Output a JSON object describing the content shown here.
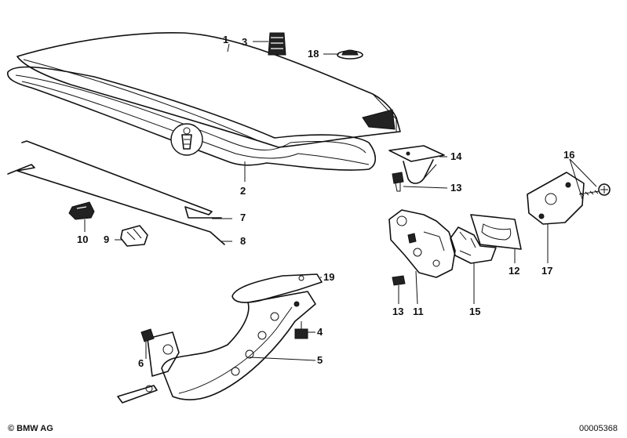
{
  "callouts": [
    {
      "id": "1",
      "text": "1"
    },
    {
      "id": "2",
      "text": "2"
    },
    {
      "id": "3",
      "text": "3"
    },
    {
      "id": "4",
      "text": "4"
    },
    {
      "id": "5",
      "text": "5"
    },
    {
      "id": "6",
      "text": "6"
    },
    {
      "id": "7",
      "text": "7"
    },
    {
      "id": "8",
      "text": "8"
    },
    {
      "id": "9",
      "text": "9"
    },
    {
      "id": "10",
      "text": "10"
    },
    {
      "id": "11",
      "text": "11"
    },
    {
      "id": "12",
      "text": "12"
    },
    {
      "id": "13a",
      "text": "13"
    },
    {
      "id": "13b",
      "text": "13"
    },
    {
      "id": "14",
      "text": "14"
    },
    {
      "id": "15",
      "text": "15"
    },
    {
      "id": "16",
      "text": "16"
    },
    {
      "id": "17",
      "text": "17"
    },
    {
      "id": "18",
      "text": "18"
    },
    {
      "id": "19",
      "text": "19"
    }
  ],
  "footer": {
    "copyright": "© BMW AG",
    "document_number": "00005368"
  }
}
